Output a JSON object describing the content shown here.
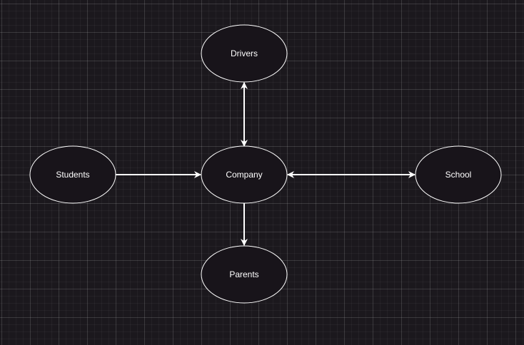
{
  "diagram": {
    "background": "#1b181d",
    "node_fill": "#18141a",
    "line_color": "#ffffff",
    "nodes": {
      "drivers": "Drivers",
      "students": "Students",
      "company": "Company",
      "school": "School",
      "parents": "Parents"
    },
    "edges": [
      {
        "from": "Company",
        "to": "Drivers",
        "direction": "both"
      },
      {
        "from": "Students",
        "to": "Company",
        "direction": "forward"
      },
      {
        "from": "Company",
        "to": "School",
        "direction": "both"
      },
      {
        "from": "Company",
        "to": "Parents",
        "direction": "forward"
      }
    ]
  }
}
